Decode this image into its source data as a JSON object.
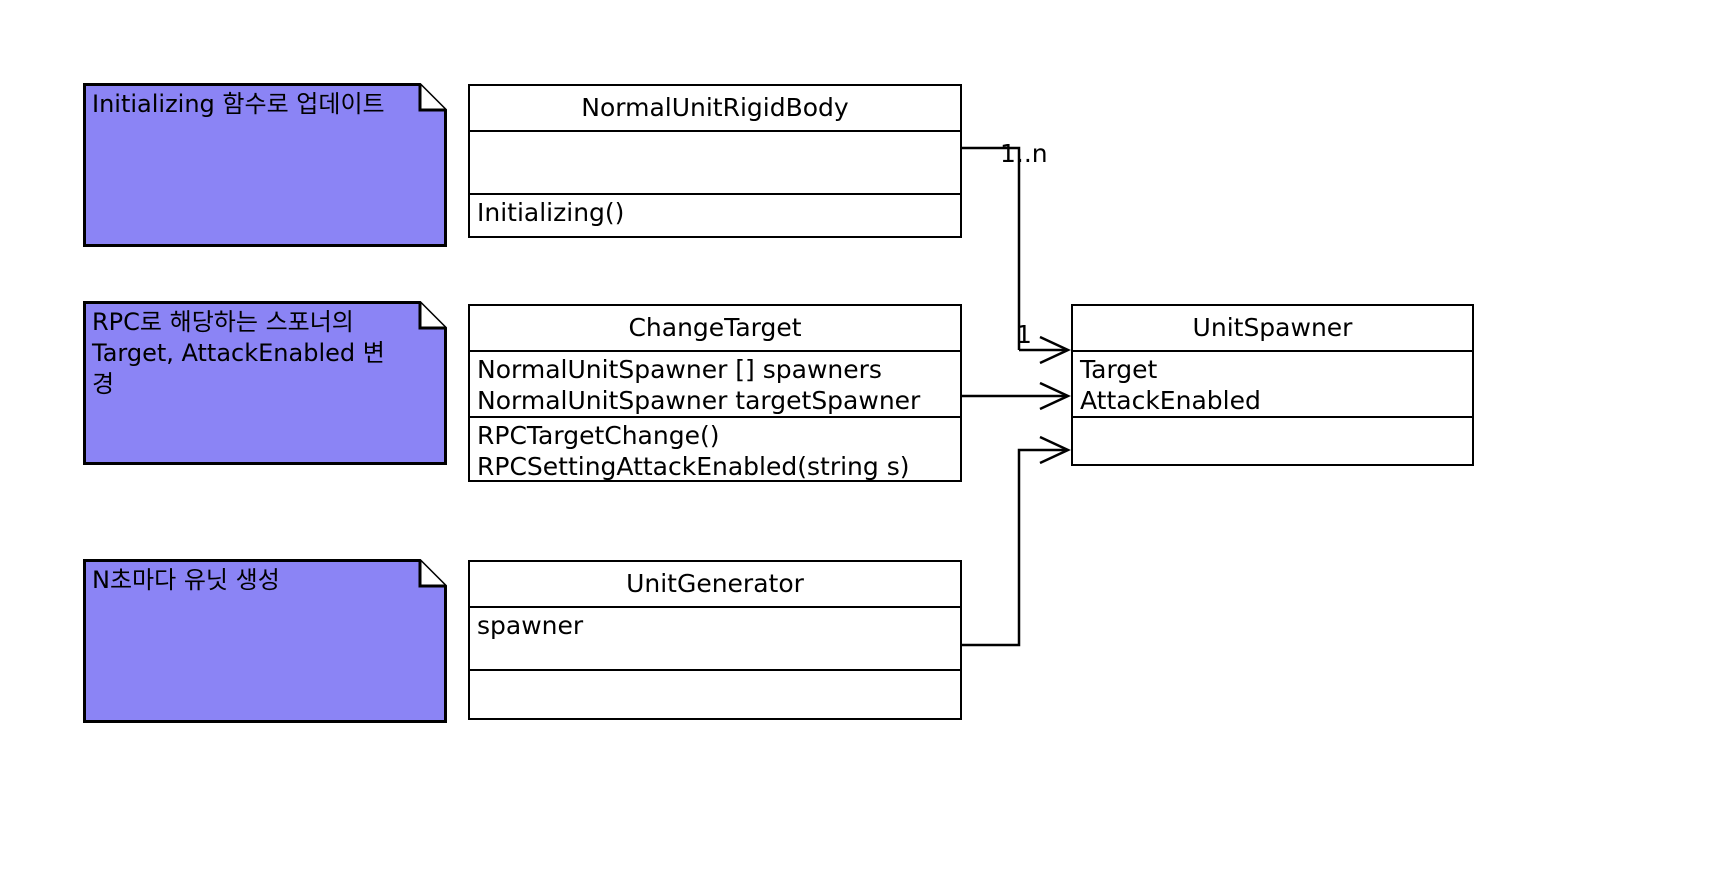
{
  "diagram": {
    "title": "UML Class Diagram",
    "colors": {
      "note_fill": "#8b84f5",
      "note_fold": "#ffffff",
      "stroke": "#000000",
      "class_fill": "#ffffff",
      "background": "#ffffff"
    }
  },
  "notes": [
    {
      "id": "note-initializing",
      "text": "Initializing 함수로 업데이트"
    },
    {
      "id": "note-rpc",
      "text": "RPC로 해당하는 스포너의\nTarget, AttackEnabled 변경"
    },
    {
      "id": "note-generator",
      "text": "N초마다 유닛 생성"
    }
  ],
  "classes": [
    {
      "id": "class-normalunitrigidbody",
      "name": "NormalUnitRigidBody",
      "attributes": [],
      "methods": [
        "Initializing()"
      ]
    },
    {
      "id": "class-changetarget",
      "name": "ChangeTarget",
      "attributes": [
        "NormalUnitSpawner [] spawners",
        "NormalUnitSpawner targetSpawner"
      ],
      "methods": [
        "RPCTargetChange()",
        "RPCSettingAttackEnabled(string s)"
      ]
    },
    {
      "id": "class-unitspawner",
      "name": "UnitSpawner",
      "attributes": [
        "Target",
        "AttackEnabled"
      ],
      "methods": []
    },
    {
      "id": "class-unitgenerator",
      "name": "UnitGenerator",
      "attributes": [
        "spawner"
      ],
      "methods": []
    }
  ],
  "relationships": [
    {
      "id": "rel-rigidbody-unitspawner",
      "from": "NormalUnitRigidBody",
      "to": "UnitSpawner",
      "multiplicity": "1..n"
    },
    {
      "id": "rel-changetarget-unitspawner",
      "from": "ChangeTarget",
      "to": "UnitSpawner",
      "multiplicity": "1"
    },
    {
      "id": "rel-unitgenerator-unitspawner",
      "from": "UnitGenerator",
      "to": "UnitSpawner",
      "multiplicity": ""
    }
  ]
}
